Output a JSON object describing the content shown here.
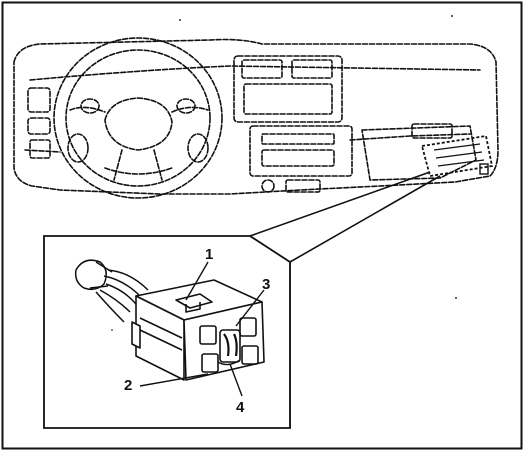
{
  "colors": {
    "line": "#111111",
    "background": "#ffffff"
  },
  "callouts": [
    {
      "id": "1",
      "label": "1"
    },
    {
      "id": "2",
      "label": "2"
    },
    {
      "id": "3",
      "label": "3"
    },
    {
      "id": "4",
      "label": "4"
    }
  ]
}
